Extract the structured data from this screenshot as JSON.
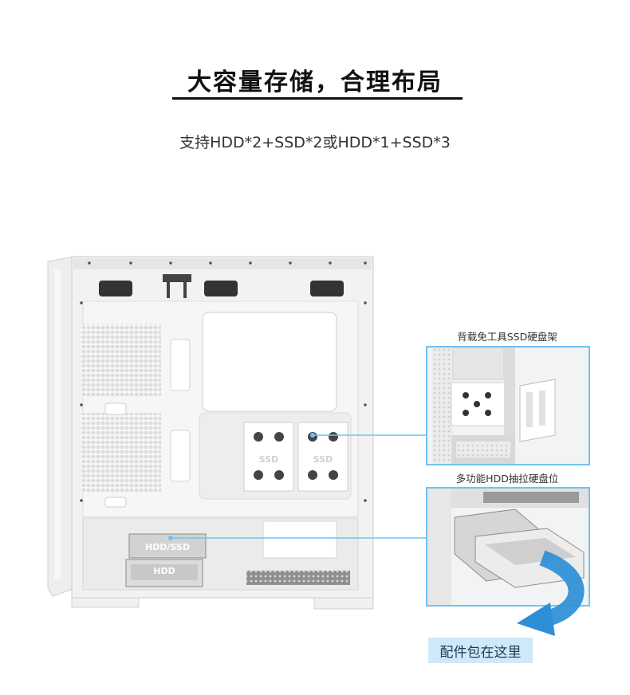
{
  "header": {
    "title": "大容量存储，合理布局",
    "subtitle": "支持HDD*2+SSD*2或HDD*1+SSD*3"
  },
  "case": {
    "ssd_tray_label": "SSD",
    "hdd_ssd_label": "HDD/SSD",
    "hdd_label": "HDD"
  },
  "callouts": {
    "top_label": "背载免工具SSD硬盘架",
    "bottom_label": "多功能HDD抽拉硬盘位"
  },
  "cta": {
    "label": "配件包在这里"
  },
  "colors": {
    "accent": "#6fc3f3",
    "cta_bg": "#cfe9fa",
    "arrow": "#2d8fd6"
  }
}
